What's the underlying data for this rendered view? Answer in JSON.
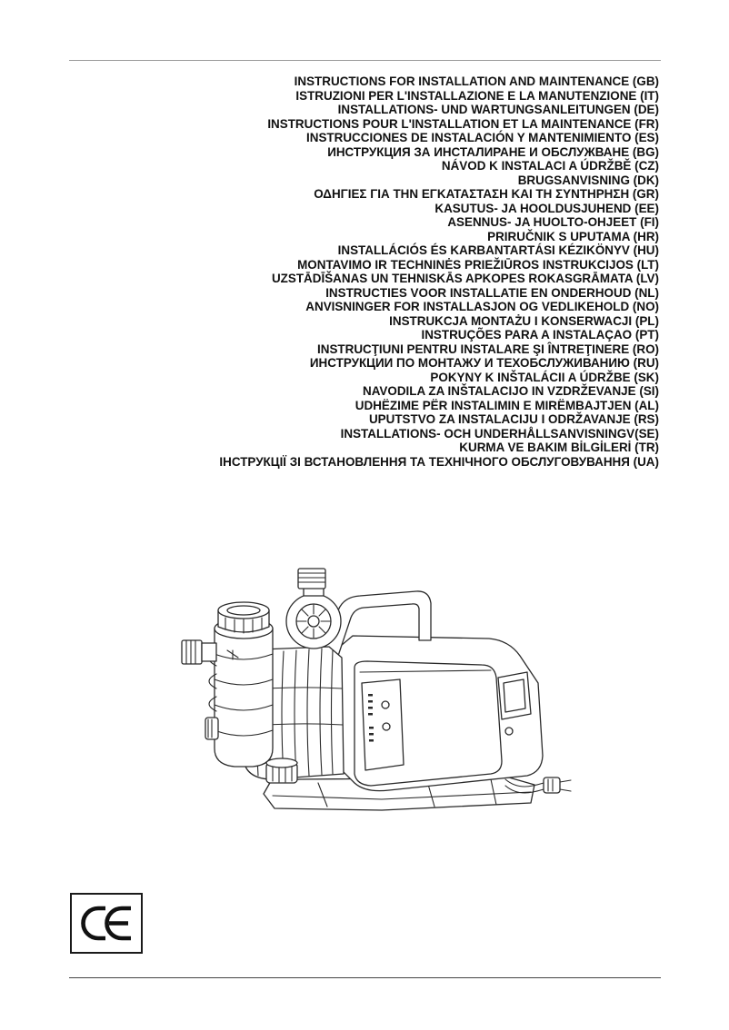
{
  "titles": [
    "INSTRUCTIONS FOR INSTALLATION AND MAINTENANCE (GB)",
    "ISTRUZIONI PER L'INSTALLAZIONE E LA MANUTENZIONE (IT)",
    "INSTALLATIONS- UND WARTUNGSANLEITUNGEN (DE)",
    "INSTRUCTIONS POUR L'INSTALLATION ET LA MAINTENANCE (FR)",
    "INSTRUCCIONES DE INSTALACIÓN Y MANTENIMIENTO (ES)",
    "ИНСТРУКЦИЯ ЗА ИНСТАЛИРАНЕ И ОБСЛУЖВАНЕ (BG)",
    "NÁVOD K INSTALACI A ÚDRŽBĚ (CZ)",
    "BRUGSANVISNING (DK)",
    "ΟΔΗΓΙΕΣ ΓΙΑ ΤΗΝ ΕΓΚΑΤΑΣΤΑΣΗ ΚΑΙ ΤΗ ΣΥΝΤΗΡΗΣΗ (GR)",
    "KASUTUS- JA HOOLDUSJUHEND (EE)",
    "ASENNUS- JA HUOLTO-OHJEET (FI)",
    "PRIRUČNIK S UPUTAMA (HR)",
    "INSTALLÁCIÓS ÉS KARBANTARTÁSI KÉZIKÖNYV (HU)",
    "MONTAVIMO IR TECHNINĖS PRIEŽIŪROS INSTRUKCIJOS (LT)",
    "UZSTĀDĪŠANAS UN TEHNISKĀS APKOPES ROKASGRĀMATA (LV)",
    "INSTRUCTIES VOOR INSTALLATIE EN ONDERHOUD (NL)",
    "ANVISNINGER FOR INSTALLASJON OG VEDLIKEHOLD (NO)",
    "INSTRUKCJA MONTAŻU I KONSERWACJI (PL)",
    "INSTRUÇÕES PARA A INSTALAÇAO (PT)",
    "INSTRUCŢIUNI PENTRU INSTALARE ŞI ÎNTREŢINERE (RO)",
    "ИНСТРУКЦИИ ПО МОНТАЖУ И ТЕХОБСЛУЖИВАНИЮ (RU)",
    "POKYNY K INŠTALÁCII A ÚDRŽBE (SK)",
    "NAVODILA ZA INŠTALACIJO IN VZDRŽEVANJE (SI)",
    "UDHËZIME PËR INSTALIMIN E MIRËMBAJTJEN (AL)",
    "UPUTSTVO ZA INSTALACIJU I ODRŽAVANJE (RS)",
    "INSTALLATIONS- OCH UNDERHÅLLSANVISNINGV(SE)",
    "KURMA VE BAKIM BİLGİLERİ (TR)",
    "ІНСТРУКЦІЇ ЗІ ВСТАНОВЛЕННЯ ТА ТЕХНІЧНОГО ОБСЛУГОВУВАННЯ (UA)"
  ],
  "ce_mark": {
    "text": "CE",
    "icon": "ce-mark-icon"
  },
  "colors": {
    "text": "#111111",
    "rule_top": "#9a9a9a",
    "rule_bottom": "#444444",
    "line_art": "#2a2a2a",
    "background": "#ffffff"
  }
}
